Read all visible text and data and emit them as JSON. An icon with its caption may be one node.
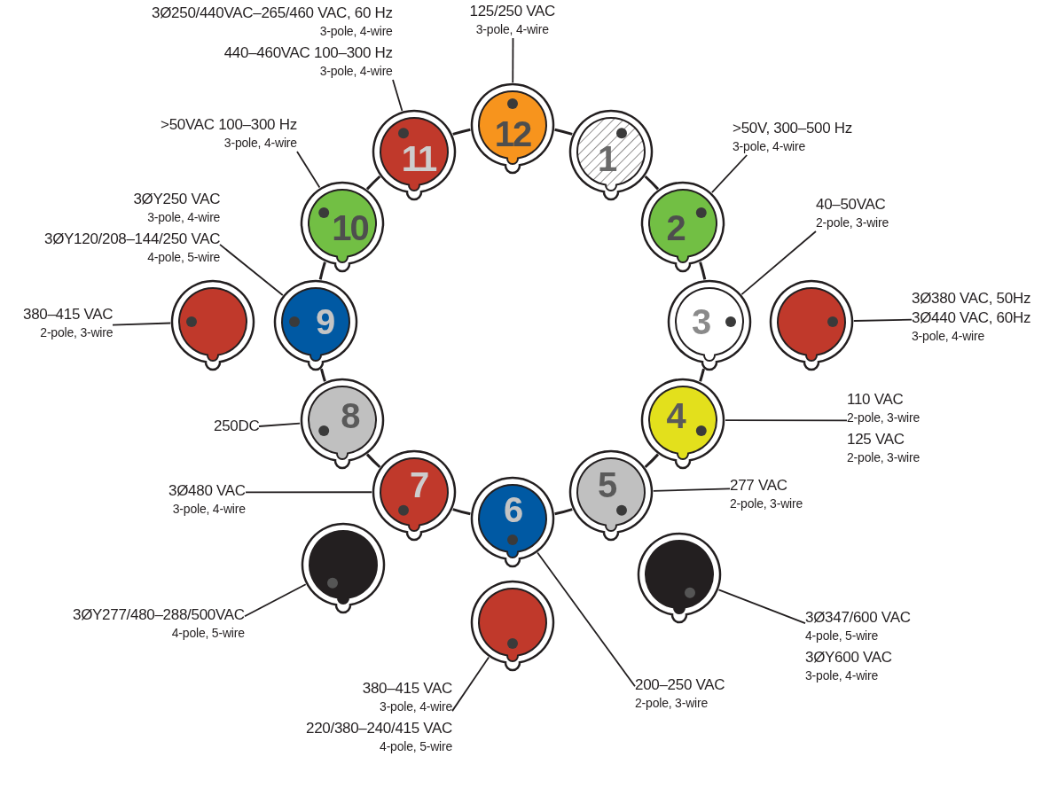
{
  "diagram": {
    "nodes": [
      {
        "text": [
          "3Ø250/440VAC–265/460 VAC, 60 Hz",
          "3-pole, 4-wire",
          "440–460VAC 100–300 Hz",
          "3-pole, 4-wire"
        ]
      },
      {
        "text": [
          "125/250 VAC",
          "3-pole, 4-wire"
        ]
      },
      {
        "text": [
          "12"
        ]
      },
      {
        "text": [
          "11"
        ]
      },
      {
        "text": [
          "1"
        ]
      },
      {
        "text": [
          ">50VAC 100–300 Hz",
          "3-pole, 4-wire"
        ]
      },
      {
        "text": [
          ">50V, 300–500 Hz",
          "3-pole, 4-wire"
        ]
      },
      {
        "text": [
          "10"
        ]
      },
      {
        "text": [
          "2"
        ]
      },
      {
        "text": [
          "3ØY250 VAC",
          "3-pole, 4-wire",
          "3ØY120/208–144/250 VAC",
          "4-pole, 5-wire"
        ]
      },
      {
        "text": [
          "40–50VAC",
          "2-pole, 3-wire"
        ]
      },
      {
        "text": [
          "9"
        ]
      },
      {
        "text": [
          "3"
        ]
      },
      {
        "text": [
          "380–415 VAC",
          "2-pole, 3-wire"
        ]
      },
      {
        "text": [],
        "shape": "circle"
      },
      {
        "text": [],
        "shape": "circle"
      },
      {
        "text": [
          "3Ø380 VAC, 50Hz",
          "3Ø440 VAC, 60Hz",
          "3-pole, 4-wire"
        ]
      },
      {
        "text": [
          "8"
        ]
      },
      {
        "text": [
          "4"
        ]
      },
      {
        "text": [
          "250DC"
        ]
      },
      {
        "text": [
          "110 VAC",
          "2-pole, 3-wire",
          "125 VAC",
          "2-pole, 3-wire"
        ]
      },
      {
        "text": [
          "3Ø480 VAC",
          "3-pole, 4-wire"
        ]
      },
      {
        "text": [
          "7"
        ]
      },
      {
        "text": [
          "6"
        ]
      },
      {
        "text": [
          "5"
        ]
      },
      {
        "text": [
          "277 VAC",
          "2-pole, 3-wire"
        ]
      },
      {
        "text": [],
        "shape": "circle"
      },
      {
        "text": [],
        "shape": "circle"
      },
      {
        "text": [
          "3ØY277/480–288/500VAC",
          "4-pole, 5-wire"
        ]
      },
      {
        "text": [
          "3Ø347/600 VAC",
          "4-pole, 5-wire",
          "3ØY600 VAC",
          "3-pole, 4-wire"
        ]
      },
      {
        "text": [],
        "shape": "circle"
      },
      {
        "text": [
          "200–250 VAC",
          "2-pole, 3-wire"
        ]
      },
      {
        "text": [
          "380–415 VAC",
          "3-pole, 4-wire",
          "220/380–240/415 VAC",
          "4-pole, 5-wire"
        ]
      }
    ],
    "edges": [
      {
        "from": 0,
        "to": 3,
        "arrow": "none"
      },
      {
        "from": 1,
        "to": 2,
        "arrow": "none"
      },
      {
        "from": 5,
        "to": 7,
        "arrow": "none"
      },
      {
        "from": 6,
        "to": 8,
        "arrow": "none"
      },
      {
        "from": 9,
        "to": 11,
        "arrow": "none"
      },
      {
        "from": 10,
        "to": 12,
        "arrow": "none"
      },
      {
        "from": 13,
        "to": 14,
        "arrow": "none"
      },
      {
        "from": 16,
        "to": 15,
        "arrow": "none"
      },
      {
        "from": 19,
        "to": 17,
        "arrow": "none"
      },
      {
        "from": 20,
        "to": 18,
        "arrow": "none"
      },
      {
        "from": 21,
        "to": 22,
        "arrow": "none"
      },
      {
        "from": 25,
        "to": 24,
        "arrow": "none"
      },
      {
        "from": 28,
        "to": 26,
        "arrow": "none"
      },
      {
        "from": 29,
        "to": 27,
        "arrow": "none"
      },
      {
        "from": 31,
        "to": 23,
        "arrow": "none"
      },
      {
        "from": 32,
        "to": 30,
        "arrow": "none"
      },
      {
        "from": 4,
        "to": 8,
        "arrow": "none"
      },
      {
        "from": 8,
        "to": 12,
        "arrow": "none"
      },
      {
        "from": 12,
        "to": 18,
        "arrow": "none"
      },
      {
        "from": 18,
        "to": 24,
        "arrow": "none"
      },
      {
        "from": 24,
        "to": 23,
        "arrow": "none"
      },
      {
        "from": 23,
        "to": 22,
        "arrow": "none"
      },
      {
        "from": 22,
        "to": 17,
        "arrow": "none"
      },
      {
        "from": 17,
        "to": 11,
        "arrow": "none"
      },
      {
        "from": 11,
        "to": 7,
        "arrow": "none"
      },
      {
        "from": 7,
        "to": 3,
        "arrow": "none"
      },
      {
        "from": 3,
        "to": 2,
        "arrow": "none"
      },
      {
        "from": 2,
        "to": 4,
        "arrow": "none"
      }
    ]
  }
}
